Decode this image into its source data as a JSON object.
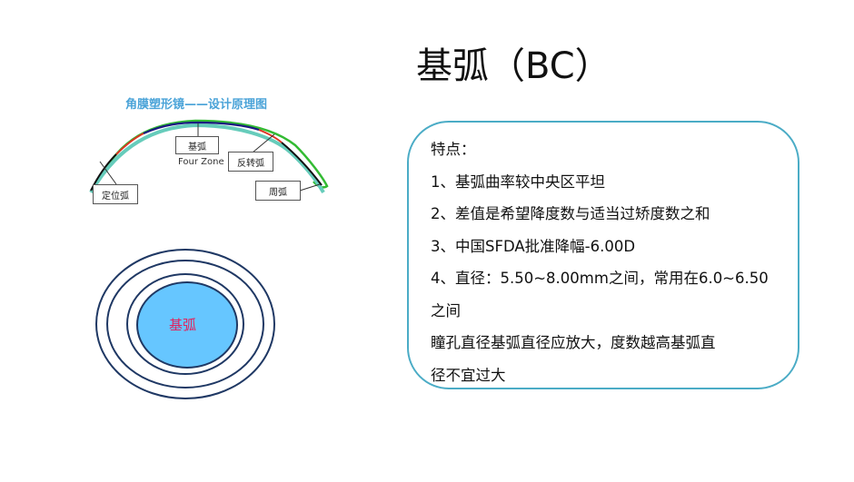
{
  "title": "基弧（BC）",
  "diagram": {
    "title": "角膜塑形镜——设计原理图",
    "zone_label": "Four Zone",
    "labels": {
      "base_curve": "基弧",
      "reverse_curve": "反转弧",
      "alignment_curve": "定位弧",
      "peripheral_curve": "周弧"
    },
    "circle_label": "基弧",
    "colors": {
      "lens": "#33bb33",
      "cornea": "#66ccbb",
      "base": "#1a1a80",
      "reverse": "#dd3322",
      "alignment": "#111111",
      "circle_fill": "#66c6ff",
      "circle_stroke": "#1f3864"
    }
  },
  "features": {
    "heading": "特点：",
    "lines": [
      "1、基弧曲率较中央区平坦",
      "2、差值是希望降度数与适当过矫度数之和",
      "3、中国SFDA批准降幅-6.00D",
      "4、直径：5.50~8.00mm之间，常用在6.0~6.50",
      "之间",
      "瞳孔直径基弧直径应放大，度数越高基弧直",
      "径不宜过大"
    ]
  }
}
